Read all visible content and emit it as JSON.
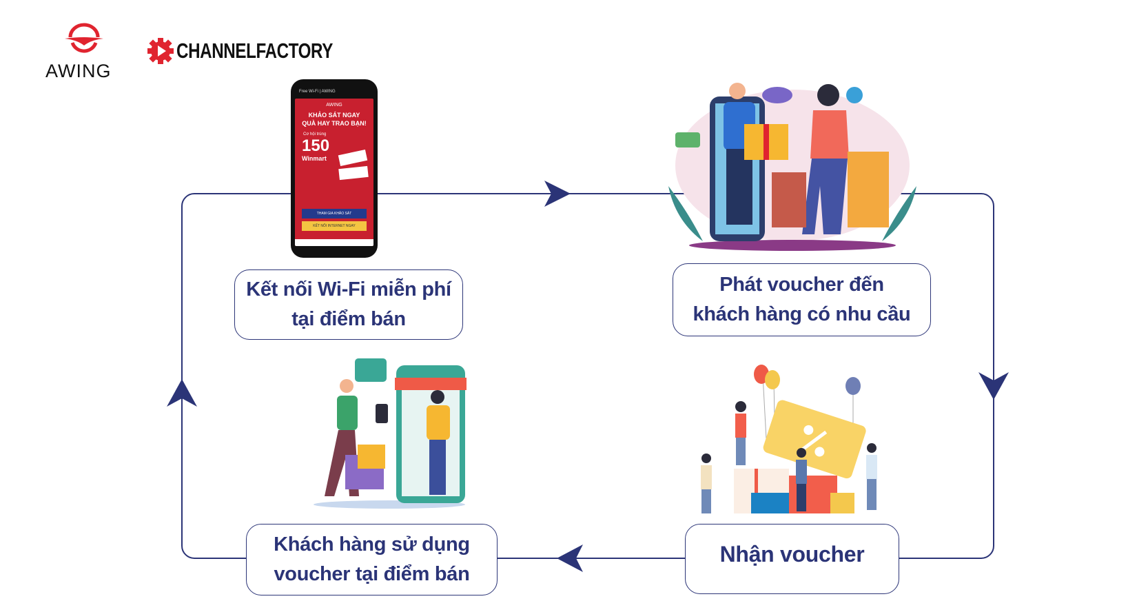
{
  "logos": {
    "awing": "AWING",
    "channel_factory": "CHANNELFACTORY"
  },
  "phone": {
    "title": "Free Wi-Fi | AWING",
    "brand": "AWING",
    "headline_1": "KHẢO SÁT NGAY",
    "headline_2": "QUÀ HAY TRAO BẠN!",
    "chance": "Cơ hội trúng",
    "count": "150",
    "voucher_brand": "Winmart",
    "btn_survey": "THAM GIA KHẢO SÁT",
    "btn_connect": "KẾT NỐI INTERNET NGAY"
  },
  "steps": [
    {
      "line1": "Kết nối Wi-Fi miễn phí",
      "line2": "tại điểm bán"
    },
    {
      "line1": "Phát voucher đến",
      "line2": "khách hàng có nhu cầu"
    },
    {
      "line1": "Nhận voucher"
    },
    {
      "line1": "Khách hàng sử dụng",
      "line2": "voucher tại điểm bán"
    }
  ],
  "colors": {
    "primary": "#2b3477",
    "brand_red": "#e0242f"
  }
}
